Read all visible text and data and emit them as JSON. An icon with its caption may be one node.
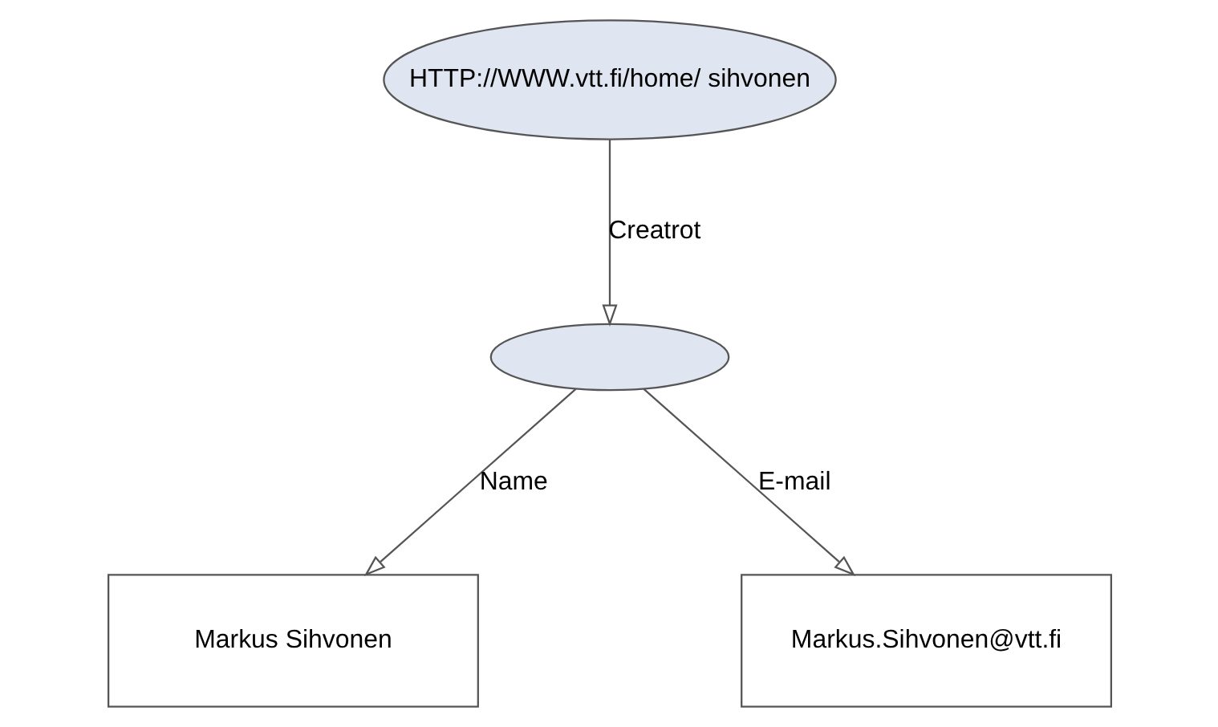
{
  "diagram": {
    "nodes": [
      {
        "text": [
          "HTTP://WWW.vtt.fi/home/ sihvonen"
        ]
      },
      {
        "text": [],
        "shape": "ellipse"
      },
      {
        "text": [
          "Markus Sihvonen"
        ]
      },
      {
        "text": [
          "Markus.Sihvonen@vtt.fi"
        ]
      }
    ],
    "edges": [
      {
        "from": 0,
        "to": 1,
        "arrow": "to",
        "label": "Creatrot"
      },
      {
        "from": 1,
        "to": 2,
        "arrow": "to",
        "label": "Name"
      },
      {
        "from": 1,
        "to": 3,
        "arrow": "to",
        "label": "E-mail"
      }
    ]
  }
}
